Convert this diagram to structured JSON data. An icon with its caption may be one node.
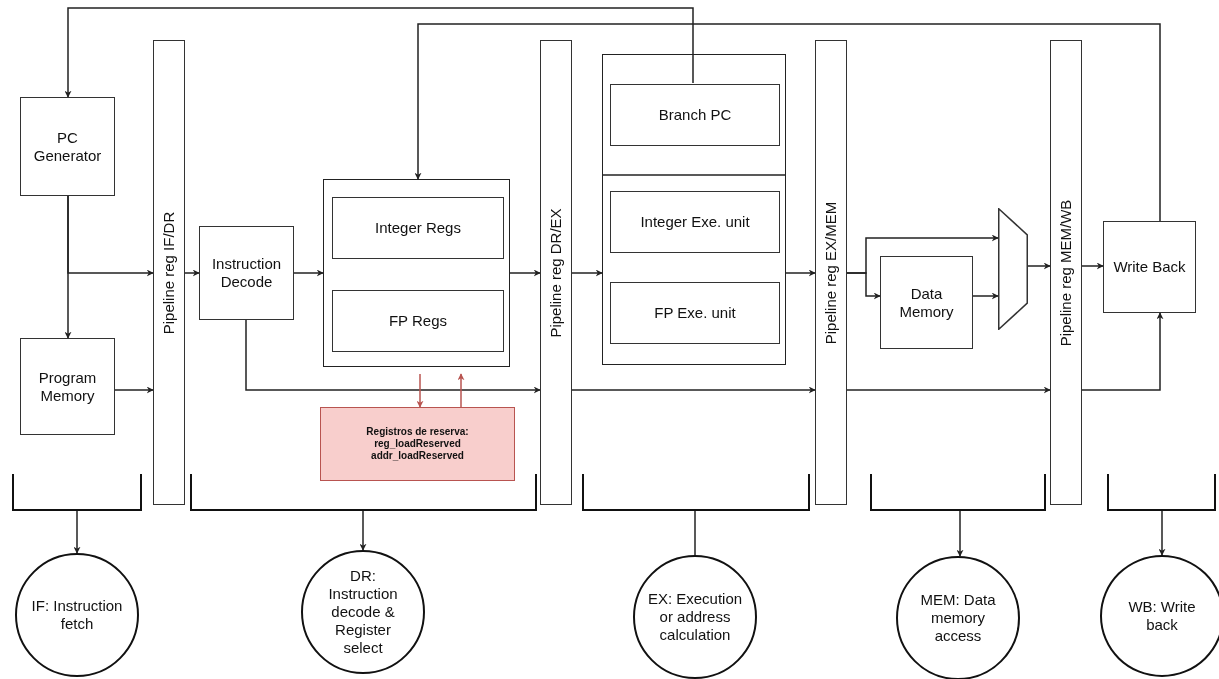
{
  "diagram": {
    "nodes": [
      {
        "text": [
          "PC Generator"
        ]
      },
      {
        "text": [
          "Program Memory"
        ]
      },
      {
        "text": [
          "Pipeline reg IF/DR"
        ]
      },
      {
        "text": [
          "Instruction Decode"
        ]
      },
      {
        "text": [],
        "shape": "box"
      },
      {
        "text": [
          "Integer Regs"
        ],
        "in": 4
      },
      {
        "text": [
          "FP Regs"
        ],
        "in": 4
      },
      {
        "text": [
          "Registros de reserva: reg_loadReserved addr_loadReserved"
        ]
      },
      {
        "text": [
          "Pipeline reg DR/EX"
        ]
      },
      {
        "text": [],
        "shape": "box"
      },
      {
        "text": [
          "Branch PC"
        ],
        "in": 9
      },
      {
        "text": [
          "Integer Exe. unit"
        ],
        "in": 9
      },
      {
        "text": [
          "FP Exe. unit"
        ],
        "in": 9
      },
      {
        "text": [
          "Pipeline reg EX/MEM"
        ]
      },
      {
        "text": [
          "Data Memory"
        ]
      },
      {
        "text": [],
        "shape": "trapezoid"
      },
      {
        "text": [
          "Pipeline reg MEM/WB"
        ]
      },
      {
        "text": [
          "Write Back"
        ]
      },
      {
        "text": [
          "IF: Instruction fetch"
        ]
      },
      {
        "text": [
          "DR: Instruction decode & Register select"
        ]
      },
      {
        "text": [
          "EX: Execution or address calculation"
        ]
      },
      {
        "text": [
          "MEM: Data memory access"
        ]
      },
      {
        "text": [
          "WB: Write back"
        ]
      },
      {
        "text": [],
        "shape": "bracket"
      },
      {
        "text": [],
        "shape": "bracket"
      },
      {
        "text": [],
        "shape": "bracket"
      },
      {
        "text": [],
        "shape": "bracket"
      },
      {
        "text": [],
        "shape": "bracket"
      }
    ],
    "edges": [
      {
        "from": 0,
        "to": 1,
        "arrow": "to"
      },
      {
        "from": 0,
        "to": 2,
        "arrow": "to"
      },
      {
        "from": 1,
        "to": 2,
        "arrow": "to"
      },
      {
        "from": 2,
        "to": 3,
        "arrow": "to"
      },
      {
        "from": 3,
        "to": 4,
        "arrow": "to"
      },
      {
        "from": 3,
        "to": 8,
        "arrow": "to"
      },
      {
        "from": 4,
        "to": 8,
        "arrow": "to"
      },
      {
        "from": 4,
        "to": 7,
        "arrow": "to",
        "color": "#b85450"
      },
      {
        "from": 7,
        "to": 4,
        "arrow": "to",
        "color": "#b85450"
      },
      {
        "from": 8,
        "to": 9,
        "arrow": "to"
      },
      {
        "from": 8,
        "to": 13,
        "arrow": "to"
      },
      {
        "from": 10,
        "to": 0,
        "arrow": "to"
      },
      {
        "from": 17,
        "to": 4,
        "arrow": "to"
      },
      {
        "from": 9,
        "to": 13,
        "arrow": "to"
      },
      {
        "from": 13,
        "to": 14,
        "arrow": "to"
      },
      {
        "from": 13,
        "to": 15,
        "arrow": "to"
      },
      {
        "from": 14,
        "to": 15,
        "arrow": "to"
      },
      {
        "from": 15,
        "to": 16,
        "arrow": "to"
      },
      {
        "from": 13,
        "to": 16,
        "arrow": "to"
      },
      {
        "from": 16,
        "to": 17,
        "arrow": "to"
      },
      {
        "from": 16,
        "to": 17,
        "arrow": "to"
      },
      {
        "from": 23,
        "to": 18,
        "arrow": "to"
      },
      {
        "from": 24,
        "to": 19,
        "arrow": "to"
      },
      {
        "from": 25,
        "to": 20,
        "arrow": "none"
      },
      {
        "from": 26,
        "to": 21,
        "arrow": "to"
      },
      {
        "from": 27,
        "to": 22,
        "arrow": "to"
      }
    ]
  }
}
